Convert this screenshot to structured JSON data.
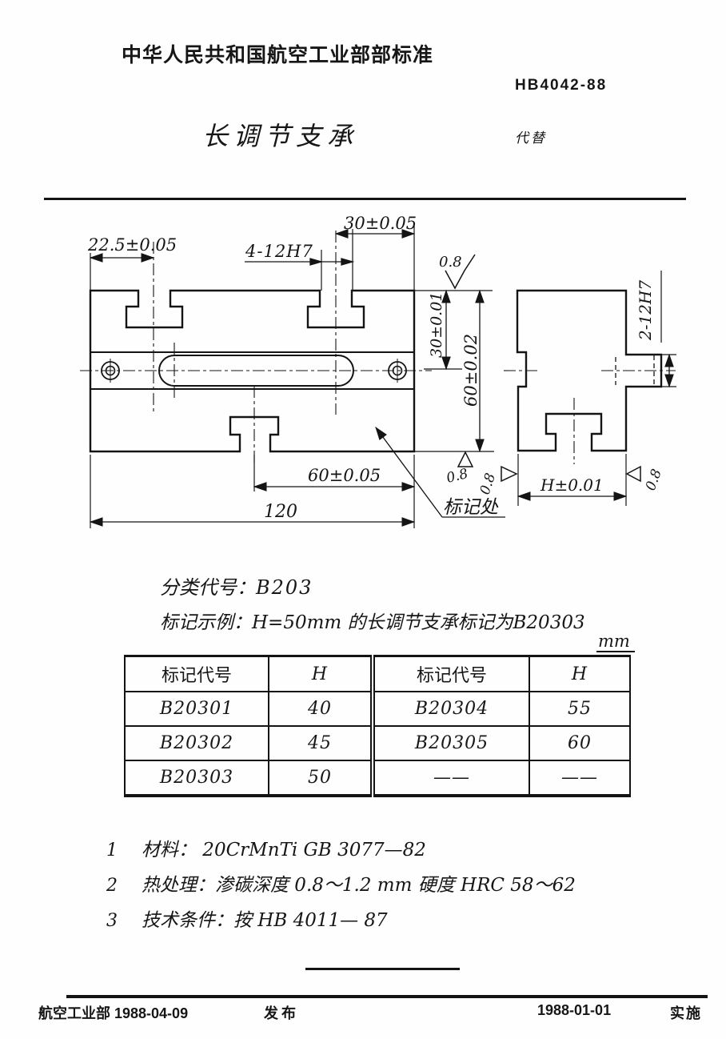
{
  "header": {
    "standard_org": "中华人民共和国航空工业部部标准",
    "standard_number": "HB4042-88",
    "title": "长调节支承",
    "replaces_label": "代替"
  },
  "drawing": {
    "labels": {
      "slot_center_offset": "22.5±0.05",
      "holes_callout": "4-12H7",
      "slot_pitch": "30±0.05",
      "height_to_center": "30±0.01",
      "total_height": "60±0.02",
      "slot_to_edge": "60±0.05",
      "total_width": "120",
      "thickness": "H±0.01",
      "side_holes_callout": "2-12H7",
      "roughness_top": "0.8",
      "roughness_bottom": "0.8",
      "roughness_side_left": "0.8",
      "roughness_side_right": "0.8",
      "mark_location": "标记处"
    }
  },
  "classification": {
    "label": "分类代号：",
    "code": "B203"
  },
  "marking_example": {
    "label": "标记示例：",
    "text": "H=50mm 的长调节支承标记为B20303"
  },
  "table": {
    "unit": "mm",
    "headers": [
      "标记代号",
      "H",
      "标记代号",
      "H"
    ],
    "rows": [
      [
        "B20301",
        "40",
        "B20304",
        "55"
      ],
      [
        "B20302",
        "45",
        "B20305",
        "60"
      ],
      [
        "B20303",
        "50",
        "——",
        "——"
      ]
    ]
  },
  "notes": [
    {
      "num": "1",
      "text": "材料： 20CrMnTi GB 3077—82"
    },
    {
      "num": "2",
      "text": "热处理：渗碳深度 0.8～1.2 mm 硬度 HRC 58～62"
    },
    {
      "num": "3",
      "text": "技术条件：按 HB 4011— 87"
    }
  ],
  "footer": {
    "issuer_and_date": "航空工业部 1988-04-09",
    "issue_label": "发布",
    "impl_date": "1988-01-01",
    "impl_label": "实施"
  }
}
